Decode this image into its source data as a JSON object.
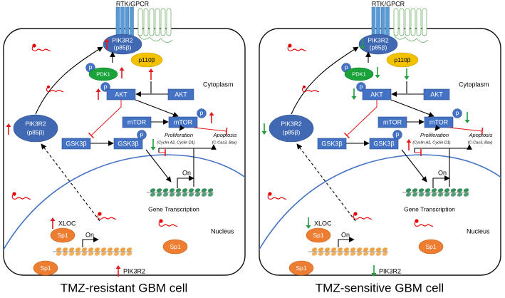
{
  "colors": {
    "blue_node": "#4472c4",
    "pik_ellipse": "#4169b3",
    "yellow": "#f2c200",
    "green_pdk": "#1aa33a",
    "orange_sp1": "#ed7d31",
    "dna_green": "#3a8f5f",
    "dna_orange": "#f0a44a",
    "up_red": "#e31a1c",
    "down_green": "#1f9e3b",
    "membrane": "#4472c4",
    "rna_red": "#e60000"
  },
  "panels": [
    {
      "caption": "TMZ-resistant GBM cell",
      "receptor": "RTK/GPCR",
      "pik_top_1": "PIK3R2",
      "pik_top_2": "(p85β)",
      "p110": "p110β",
      "pdk1": "PDK1",
      "p": "p",
      "akt_p": "AKT",
      "akt": "AKT",
      "cytoplasm": "Cytoplasm",
      "pik_left_1": "PIK3R2",
      "pik_left_2": "(p85β)",
      "mtor": "mTOR",
      "mtor_p": "mTOR",
      "gsk": "GSK3β",
      "gsk_p": "GSK3β",
      "proliferation": "Proliferation",
      "proliferation_sub": "(Cyclin A2, Cyclin D1)",
      "apoptosis": "Apoptosis",
      "apoptosis_sub": "(C-Cas3, Bax)",
      "on": "On",
      "gene_transcription": "Gene Transcription",
      "nucleus": "Nucleus",
      "xloc": "XLOC",
      "sp1": "Sp1",
      "pik3r2_gene": "PIK3R2",
      "arrows": {
        "pik_top": "up",
        "pdk1": "up",
        "akt": "up",
        "mtor": "up",
        "pik_left": "up",
        "gsk": "down",
        "xloc": "up",
        "pik3r2_gene": "up"
      }
    },
    {
      "caption": "TMZ-sensitive GBM cell",
      "receptor": "RTK/GPCR",
      "pik_top_1": "PIK3R2",
      "pik_top_2": "(p85β)",
      "p110": "p110β",
      "pdk1": "PDK1",
      "p": "p",
      "akt_p": "AKT",
      "akt": "AKT",
      "cytoplasm": "Cytoplasm",
      "pik_left_1": "PIK3R2",
      "pik_left_2": "(p85β)",
      "mtor": "mTOR",
      "mtor_p": "mTOR",
      "gsk": "GSK3β",
      "gsk_p": "GSK3β",
      "proliferation": "Proliferation",
      "proliferation_sub": "(Cyclin A2, Cyclin D1)",
      "apoptosis": "Apoptosis",
      "apoptosis_sub": "(C-Cas3, Bax)",
      "on": "On",
      "gene_transcription": "Gene Transcription",
      "nucleus": "Nucleus",
      "xloc": "XLOC",
      "sp1": "Sp1",
      "pik3r2_gene": "PIK3R2",
      "arrows": {
        "pik_top": "down",
        "pdk1": "down",
        "akt": "down",
        "mtor": "down",
        "pik_left": "down",
        "gsk": "up",
        "xloc": "down",
        "pik3r2_gene": "down"
      }
    }
  ]
}
